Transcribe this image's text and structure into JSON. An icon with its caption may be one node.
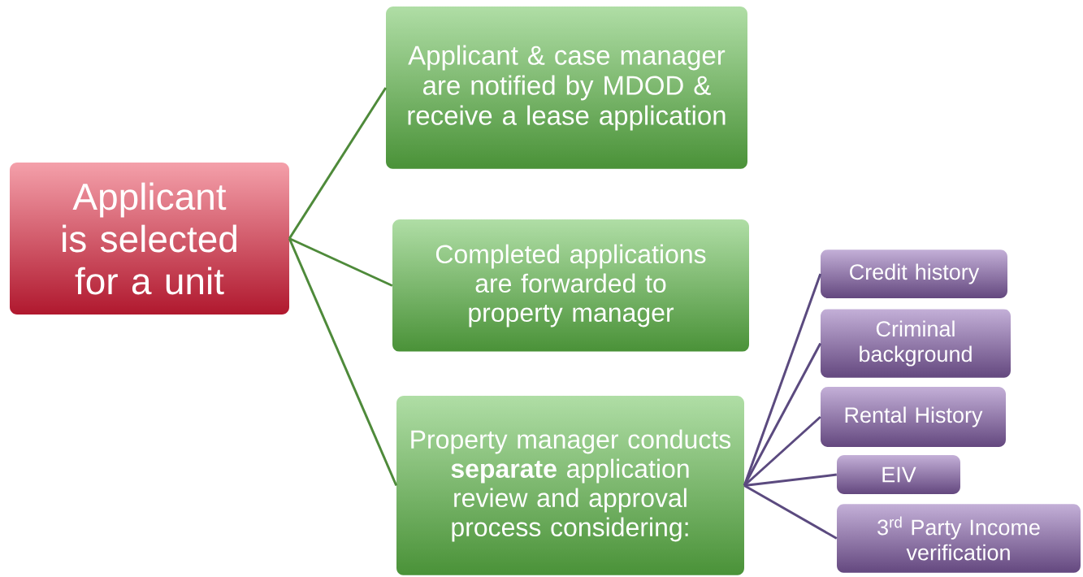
{
  "diagram": {
    "nodes": [
      {
        "text": [
          "Applicant is selected for a unit"
        ]
      },
      {
        "text": [
          "Applicant & case manager are notified by MDOD & receive a lease application"
        ]
      },
      {
        "text": [
          "Completed applications are forwarded to property manager"
        ]
      },
      {
        "text": [
          "Property manager conducts **separate** application review and approval process considering:"
        ]
      },
      {
        "text": [
          "Credit history"
        ]
      },
      {
        "text": [
          "Criminal background"
        ]
      },
      {
        "text": [
          "Rental History"
        ]
      },
      {
        "text": [
          "EIV"
        ]
      },
      {
        "text": [
          "3$^{rd}$ Party Income verification"
        ]
      }
    ],
    "edges": [
      {
        "from": 0,
        "to": 1,
        "arrow": "none",
        "color": "#4e8a3a"
      },
      {
        "from": 0,
        "to": 2,
        "arrow": "none",
        "color": "#4e8a3a"
      },
      {
        "from": 0,
        "to": 3,
        "arrow": "none",
        "color": "#4e8a3a"
      },
      {
        "from": 3,
        "to": 4,
        "arrow": "none"
      },
      {
        "from": 3,
        "to": 5,
        "arrow": "none"
      },
      {
        "from": 3,
        "to": 6,
        "arrow": "none"
      },
      {
        "from": 3,
        "to": 7,
        "arrow": "none"
      },
      {
        "from": 3,
        "to": 8,
        "arrow": "none"
      }
    ]
  }
}
